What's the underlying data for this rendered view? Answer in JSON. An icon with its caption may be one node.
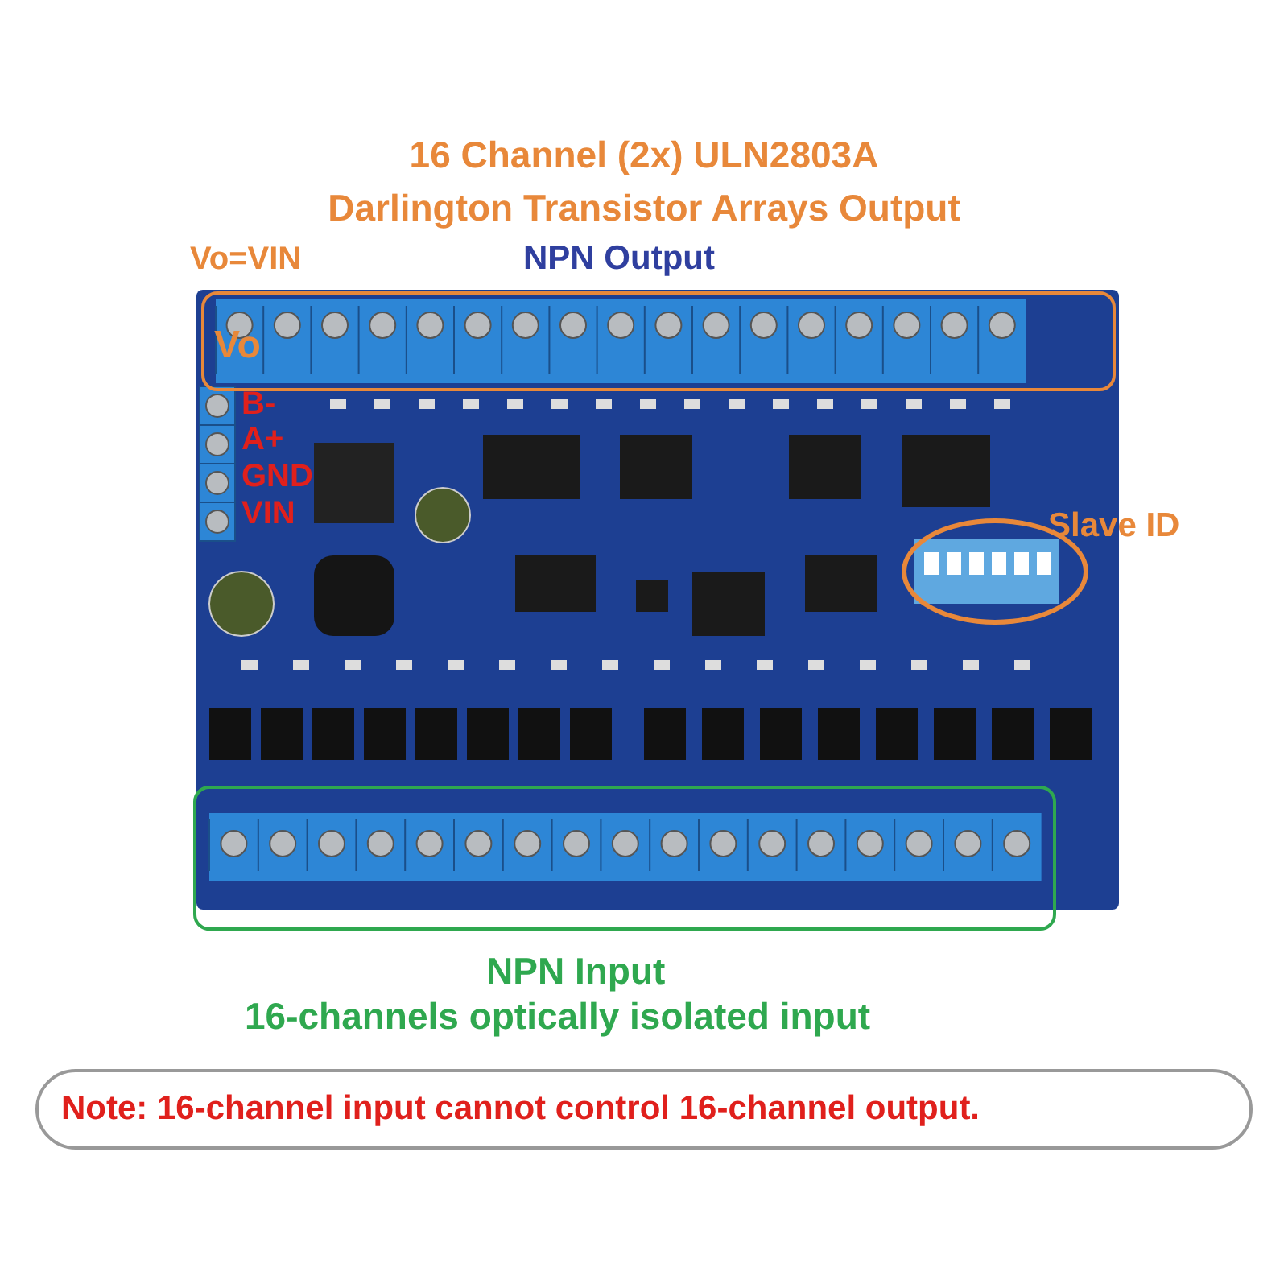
{
  "diagram": {
    "title": "16 Channel (2x) ULN2803A Darlington Transistor Arrays Output",
    "nodes": [
      {
        "text": [
          "NPN Output",
          "Vo"
        ]
      },
      {
        "text": [
          "Slave ID"
        ]
      },
      {
        "text": [
          "NPN Input",
          "16-channels optically isolated input"
        ]
      },
      {
        "text": [
          "Note: 16-channel input cannot control 16-channel output."
        ]
      }
    ],
    "labels": [
      "Vo=VIN",
      "B-",
      "A+",
      "GND",
      "VIN"
    ]
  }
}
